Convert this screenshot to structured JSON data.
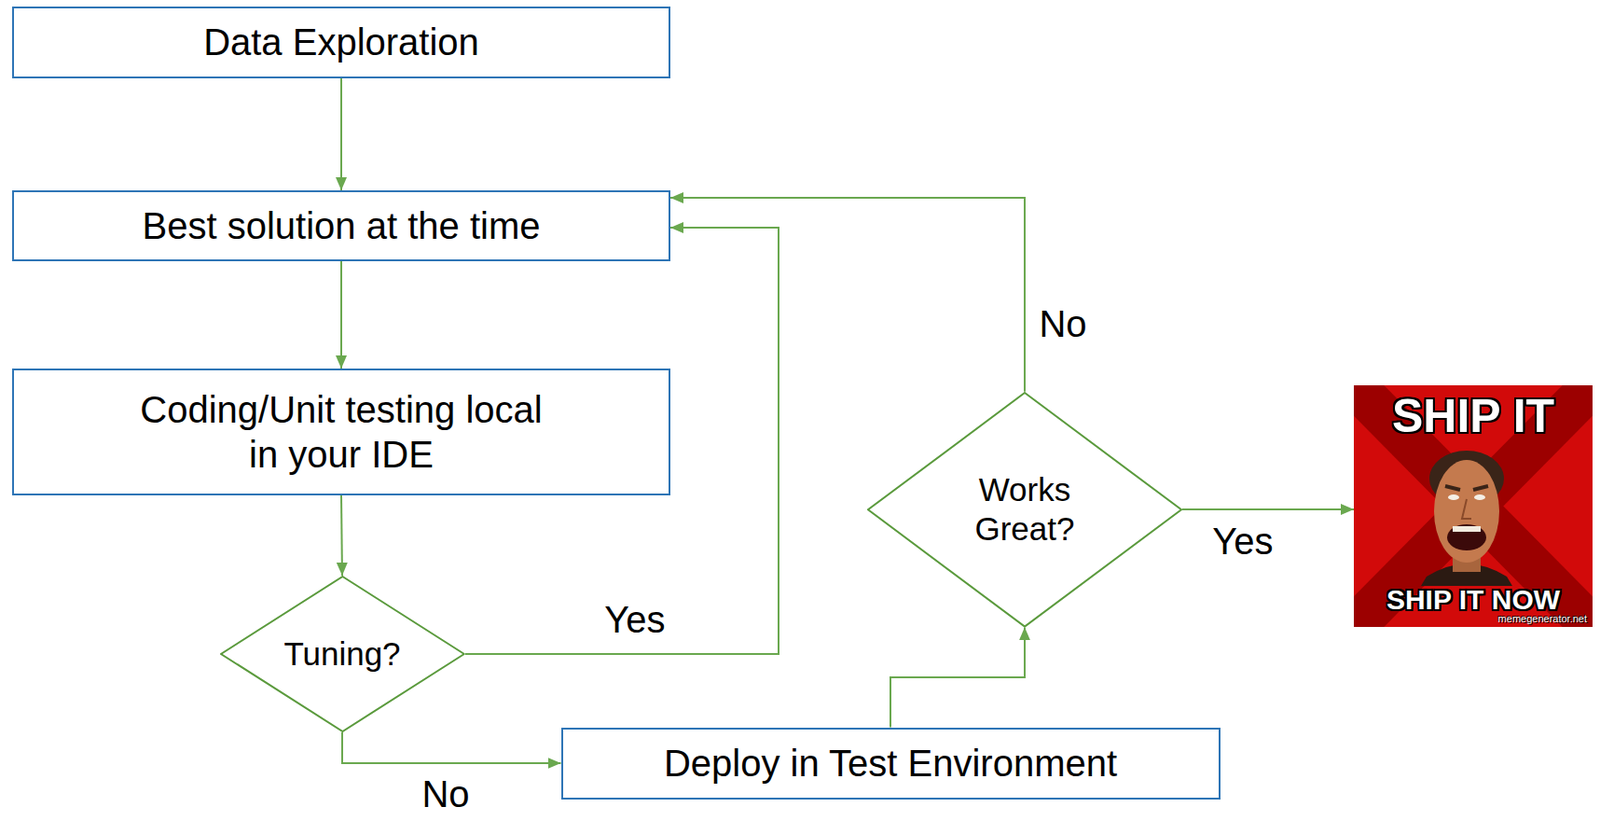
{
  "diagram": {
    "nodes": [
      {
        "text": [
          "Data Exploration"
        ]
      },
      {
        "text": [
          "Best solution at the time"
        ]
      },
      {
        "text": [
          "Coding/Unit testing local in your IDE"
        ]
      },
      {
        "text": [
          "Tuning?"
        ]
      },
      {
        "text": [
          "Deploy in Test Environment"
        ]
      },
      {
        "text": [
          "Works Great?"
        ]
      },
      {
        "text": [
          "SHIP IT",
          "SHIP IT NOW",
          "memegenerator.net"
        ]
      }
    ],
    "edges": [
      {
        "from": 0,
        "to": 1,
        "arrow": "to"
      },
      {
        "from": 1,
        "to": 2,
        "arrow": "to"
      },
      {
        "from": 2,
        "to": 3,
        "arrow": "to"
      },
      {
        "from": 3,
        "to": 1,
        "label": "Yes",
        "arrow": "to"
      },
      {
        "from": 3,
        "to": 4,
        "label": "No",
        "arrow": "to"
      },
      {
        "from": 4,
        "to": 5,
        "arrow": "to"
      },
      {
        "from": 5,
        "to": 1,
        "label": "No",
        "arrow": "to"
      },
      {
        "from": 5,
        "to": 6,
        "label": "Yes",
        "arrow": "to"
      }
    ]
  }
}
